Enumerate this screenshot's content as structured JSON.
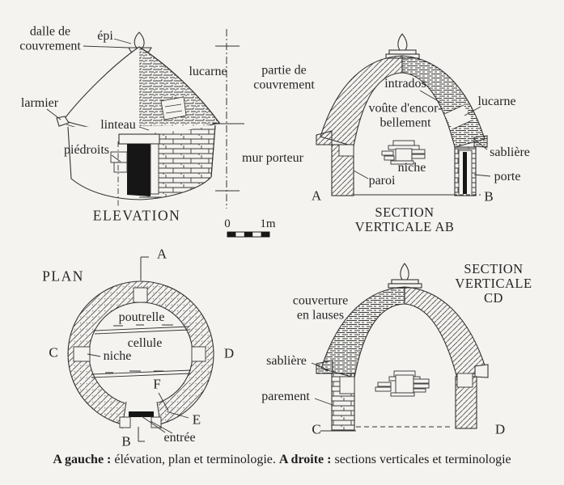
{
  "colors": {
    "background": "#f4f3f0",
    "ink": "#2b2b2b",
    "door_fill": "#161616"
  },
  "caption": {
    "left_bold": "A gauche :",
    "left_text": " élévation, plan et terminologie. ",
    "right_bold": "A droite :",
    "right_text": " sections verticales et terminologie"
  },
  "elevation": {
    "title": "ELEVATION",
    "labels": {
      "dalle": "dalle de\ncouvrement",
      "epi": "épi",
      "lucarne": "lucarne",
      "larmier": "larmier",
      "linteau": "linteau",
      "piedroits": "piédroits",
      "partie": "partie de\ncouvrement",
      "mur": "mur porteur"
    },
    "scale": {
      "zero": "0",
      "one": "1m"
    }
  },
  "section_ab": {
    "title": "SECTION\nVERTICALE AB",
    "labels": {
      "intrados": "intrados",
      "voute": "voûte d'encor-\nbellement",
      "lucarne": "lucarne",
      "sabliere": "sablière",
      "porte": "porte",
      "niche": "niche",
      "paroi": "paroi",
      "a": "A",
      "b": "B"
    }
  },
  "plan": {
    "title": "PLAN",
    "labels": {
      "a": "A",
      "b": "B",
      "c": "C",
      "d": "D",
      "e": "E",
      "f": "F",
      "poutrelle": "poutrelle",
      "cellule": "cellule",
      "niche": "niche",
      "entree": "entrée"
    }
  },
  "section_cd": {
    "title": "SECTION\nVERTICALE\nCD",
    "labels": {
      "couverture": "couverture\nen lauses",
      "sabliere": "sablière",
      "parement": "parement",
      "c": "C",
      "d": "D"
    }
  }
}
